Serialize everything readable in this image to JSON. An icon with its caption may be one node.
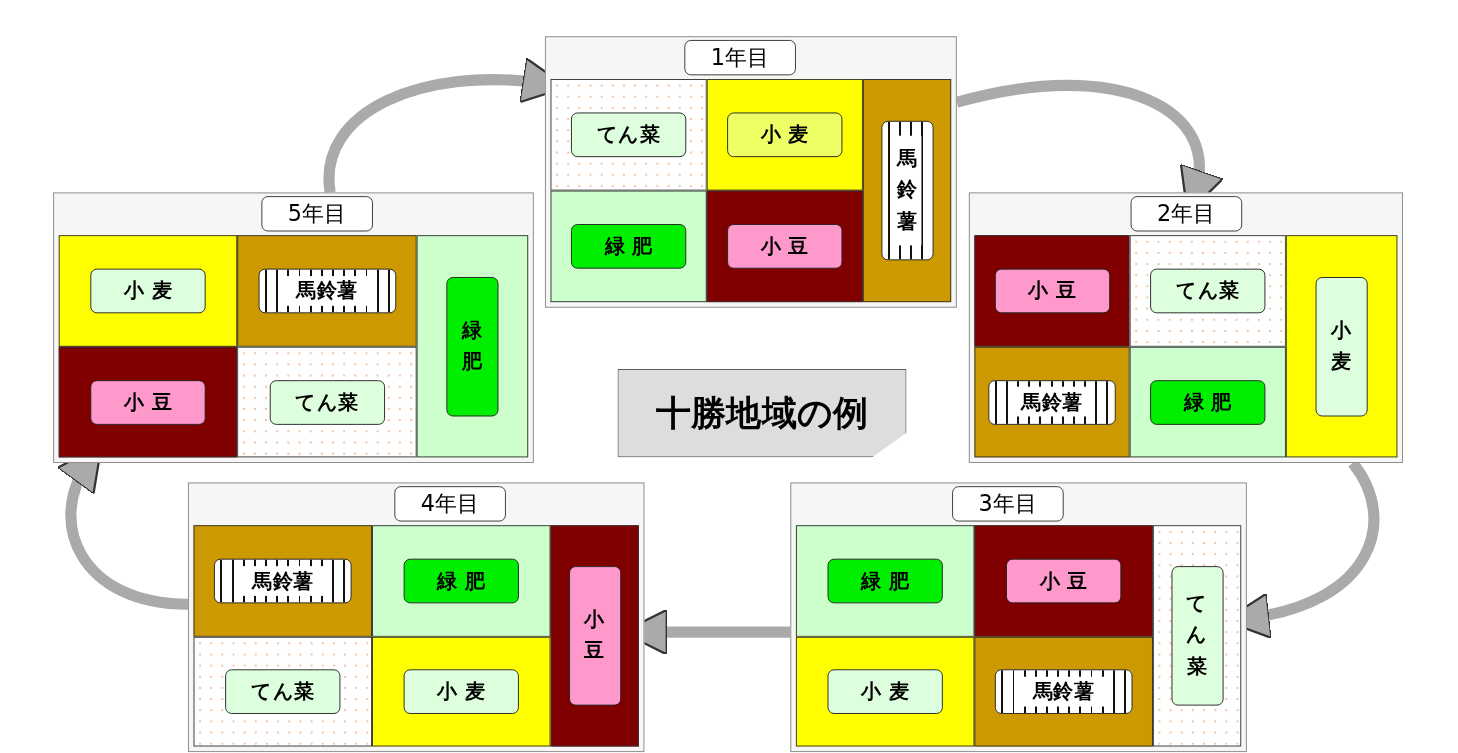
{
  "diagram": {
    "title": "十勝地域の例",
    "nodes": [
      {
        "text": [
          "1年目"
        ]
      },
      {
        "text": [
          "てん菜"
        ],
        "in": 0
      },
      {
        "text": [
          "小 麦"
        ],
        "in": 0
      },
      {
        "text": [
          "馬鈴薯"
        ],
        "in": 0
      },
      {
        "text": [
          "緑 肥"
        ],
        "in": 0
      },
      {
        "text": [
          "小 豆"
        ],
        "in": 0
      },
      {
        "text": [
          "2年目"
        ]
      },
      {
        "text": [
          "小 豆"
        ],
        "in": 6
      },
      {
        "text": [
          "てん菜"
        ],
        "in": 6
      },
      {
        "text": [
          "小麦"
        ],
        "in": 6
      },
      {
        "text": [
          "馬鈴薯"
        ],
        "in": 6
      },
      {
        "text": [
          "緑 肥"
        ],
        "in": 6
      },
      {
        "text": [
          "3年目"
        ]
      },
      {
        "text": [
          "緑 肥"
        ],
        "in": 12
      },
      {
        "text": [
          "小 豆"
        ],
        "in": 12
      },
      {
        "text": [
          "てん菜"
        ],
        "in": 12
      },
      {
        "text": [
          "小 麦"
        ],
        "in": 12
      },
      {
        "text": [
          "馬鈴薯"
        ],
        "in": 12
      },
      {
        "text": [
          "4年目"
        ]
      },
      {
        "text": [
          "馬鈴薯"
        ],
        "in": 18
      },
      {
        "text": [
          "緑 肥"
        ],
        "in": 18
      },
      {
        "text": [
          "小豆"
        ],
        "in": 18
      },
      {
        "text": [
          "てん菜"
        ],
        "in": 18
      },
      {
        "text": [
          "小 麦"
        ],
        "in": 18
      },
      {
        "text": [
          "5年目"
        ]
      },
      {
        "text": [
          "小 麦"
        ],
        "in": 24
      },
      {
        "text": [
          "馬鈴薯"
        ],
        "in": 24
      },
      {
        "text": [
          "緑肥"
        ],
        "in": 24
      },
      {
        "text": [
          "小 豆"
        ],
        "in": 24
      },
      {
        "text": [
          "てん菜"
        ],
        "in": 24
      }
    ],
    "edges": [
      {
        "from": 0,
        "to": 6,
        "arrow": "to"
      },
      {
        "from": 6,
        "to": 12,
        "arrow": "to"
      },
      {
        "from": 12,
        "to": 18,
        "arrow": "to"
      },
      {
        "from": 18,
        "to": 24,
        "arrow": "to"
      },
      {
        "from": 24,
        "to": 0,
        "arrow": "to"
      }
    ]
  }
}
